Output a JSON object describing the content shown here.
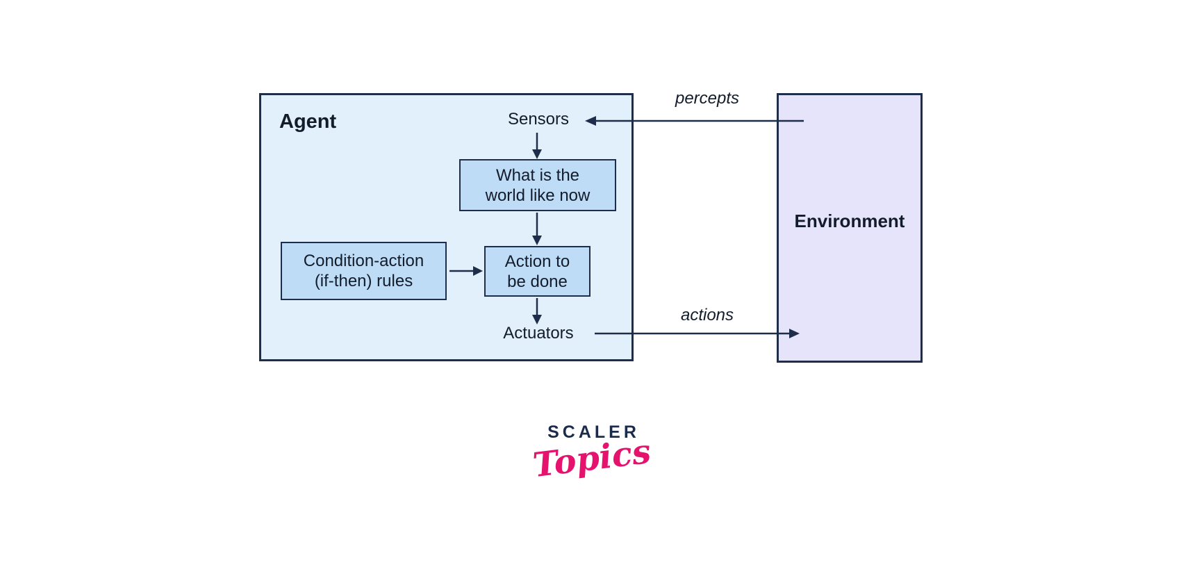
{
  "colors": {
    "background": "#ffffff",
    "agent_fill": "#e2f0fb",
    "inner_box_fill": "#bfdcf6",
    "environment_fill": "#e6e4fa",
    "border_and_arrows": "#1e2d49",
    "text": "#121c2b",
    "logo_navy": "#1b2b4b",
    "logo_pink": "#e5136e"
  },
  "diagram": {
    "agent": {
      "label": "Agent"
    },
    "environment": {
      "label": "Environment"
    },
    "sensors_label": "Sensors",
    "actuators_label": "Actuators",
    "boxes": {
      "world_state": {
        "line1": "What is the",
        "line2": "world like now"
      },
      "condition_rules": {
        "line1": "Condition-action",
        "line2": "(if-then) rules"
      },
      "action": {
        "line1": "Action to",
        "line2": "be done"
      }
    },
    "edges": {
      "percepts_label": "percepts",
      "actions_label": "actions"
    }
  },
  "logo": {
    "brand": "SCALER",
    "sub": "Topics"
  }
}
